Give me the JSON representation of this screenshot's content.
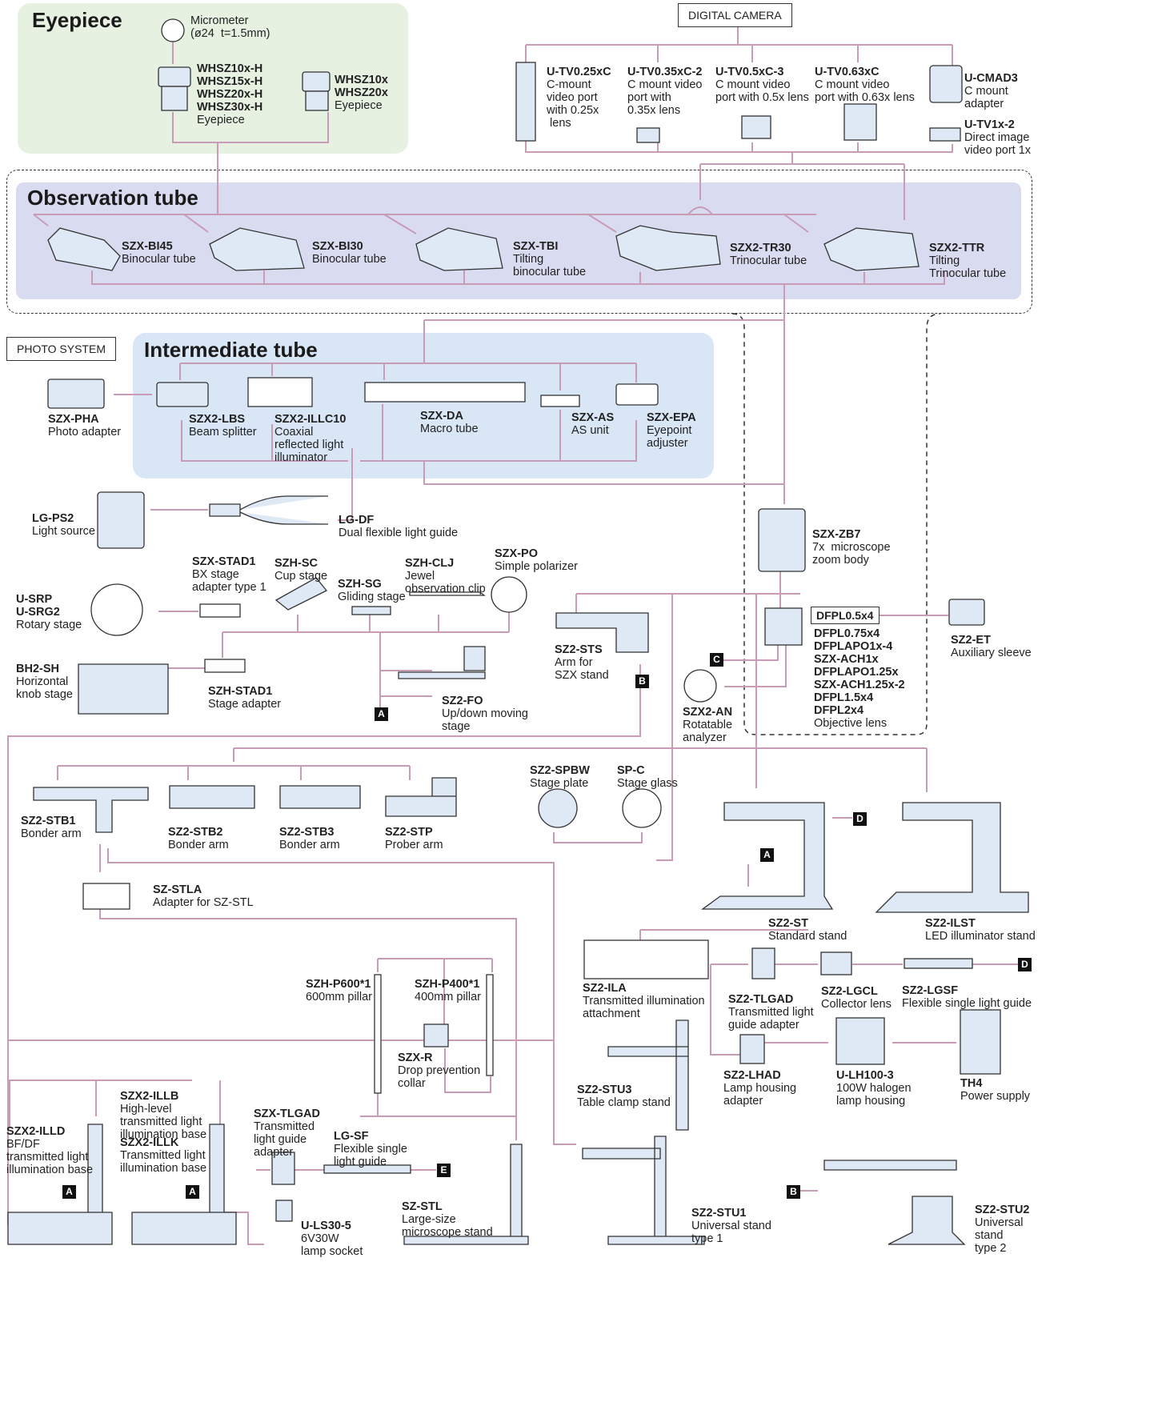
{
  "sections": {
    "eyepiece": "Eyepiece",
    "observation": "Observation tube",
    "intermediate": "Intermediate tube"
  },
  "boxes": {
    "digital_camera": "DIGITAL CAMERA",
    "photo_system": "PHOTO SYSTEM",
    "dfpl05": "DFPL0.5x4"
  },
  "markers": {
    "a": "A",
    "b": "B",
    "c": "C",
    "d": "D",
    "e": "E"
  },
  "colors": {
    "eyepiece_bg": "#e6f1e2",
    "tube_bg": "#d9dcf0",
    "inter_bg": "#d8e6f6",
    "line": "#c89bb6",
    "part": "#dfe9f5"
  },
  "labels": {
    "micrometer": {
      "desc": "Micrometer\n(ø24  t=1.5mm)"
    },
    "whsz_h": {
      "code": "WHSZ10x-H\nWHSZ15x-H\nWHSZ20x-H\nWHSZ30x-H",
      "desc": "Eyepiece"
    },
    "whsz": {
      "code": "WHSZ10x\nWHSZ20x",
      "desc": "Eyepiece"
    },
    "utv025": {
      "code": "U-TV0.25xC",
      "desc": "C-mount\nvideo port\nwith 0.25x\n lens"
    },
    "utv035": {
      "code": "U-TV0.35xC-2",
      "desc": "C mount video\nport with\n0.35x lens"
    },
    "utv05": {
      "code": "U-TV0.5xC-3",
      "desc": "C mount video\nport with 0.5x lens"
    },
    "utv063": {
      "code": "U-TV0.63xC",
      "desc": "C mount video\nport with 0.63x lens"
    },
    "ucmad3": {
      "code": "U-CMAD3",
      "desc": "C mount\nadapter"
    },
    "utv1": {
      "code": "U-TV1x-2",
      "desc": "Direct image\nvideo port 1x"
    },
    "bi45": {
      "code": "SZX-BI45",
      "desc": "Binocular tube"
    },
    "bi30": {
      "code": "SZX-BI30",
      "desc": "Binocular tube"
    },
    "tbi": {
      "code": "SZX-TBI",
      "desc": "Tilting\nbinocular tube"
    },
    "tr30": {
      "code": "SZX2-TR30",
      "desc": "Trinocular tube"
    },
    "ttr": {
      "code": "SZX2-TTR",
      "desc": "Tilting\nTrinocular tube"
    },
    "pha": {
      "code": "SZX-PHA",
      "desc": "Photo adapter"
    },
    "lbs": {
      "code": "SZX2-LBS",
      "desc": "Beam splitter"
    },
    "illc10": {
      "code": "SZX2-ILLC10",
      "desc": "Coaxial\nreflected light\nilluminator"
    },
    "da": {
      "code": "SZX-DA",
      "desc": "Macro tube"
    },
    "as": {
      "code": "SZX-AS",
      "desc": "AS unit"
    },
    "epa": {
      "code": "SZX-EPA",
      "desc": "Eyepoint\nadjuster"
    },
    "lgps2": {
      "code": "LG-PS2",
      "desc": "Light source"
    },
    "lgdf": {
      "code": "LG-DF",
      "desc": "Dual flexible light guide"
    },
    "zb7": {
      "code": "SZX-ZB7",
      "desc": "7x  microscope\nzoom body"
    },
    "stad1": {
      "code": "SZX-STAD1",
      "desc": "BX stage\nadapter type 1"
    },
    "szhsc": {
      "code": "SZH-SC",
      "desc": "Cup stage"
    },
    "szhsg": {
      "code": "SZH-SG",
      "desc": "Gliding stage"
    },
    "szhclj": {
      "code": "SZH-CLJ",
      "desc": "Jewel\nobservation clip"
    },
    "szxpo": {
      "code": "SZX-PO",
      "desc": "Simple polarizer"
    },
    "usrp": {
      "code": "U-SRP\nU-SRG2",
      "desc": "Rotary stage"
    },
    "bh2sh": {
      "code": "BH2-SH",
      "desc": "Horizontal\nknob stage"
    },
    "szhstad1": {
      "code": "SZH-STAD1",
      "desc": "Stage adapter"
    },
    "sz2fo": {
      "code": "SZ2-FO",
      "desc": "Up/down moving\nstage"
    },
    "sz2sts": {
      "code": "SZ2-STS",
      "desc": "Arm for\nSZX stand"
    },
    "obj": {
      "code": "DFPL0.75x4\nDFPLAPO1x-4\nSZX-ACH1x\nDFPLAPO1.25x\nSZX-ACH1.25x-2\nDFPL1.5x4\nDFPL2x4",
      "desc": "Objective lens"
    },
    "sz2et": {
      "code": "SZ2-ET",
      "desc": "Auxiliary sleeve"
    },
    "sz2an": {
      "code": "SZX2-AN",
      "desc": "Rotatable\nanalyzer"
    },
    "stb1": {
      "code": "SZ2-STB1",
      "desc": "Bonder arm"
    },
    "stb2": {
      "code": "SZ2-STB2",
      "desc": "Bonder arm"
    },
    "stb3": {
      "code": "SZ2-STB3",
      "desc": "Bonder arm"
    },
    "stp": {
      "code": "SZ2-STP",
      "desc": "Prober arm"
    },
    "spbw": {
      "code": "SZ2-SPBW",
      "desc": "Stage plate"
    },
    "spc": {
      "code": "SP-C",
      "desc": "Stage glass"
    },
    "stla": {
      "code": "SZ-STLA",
      "desc": "Adapter for SZ-STL"
    },
    "sz2st": {
      "code": "SZ2-ST",
      "desc": "Standard stand"
    },
    "sz2ilst": {
      "code": "SZ2-ILST",
      "desc": "LED illuminator stand"
    },
    "sz2ila": {
      "code": "SZ2-ILA",
      "desc": "Transmitted illumination\nattachment"
    },
    "sz2tlgad": {
      "code": "SZ2-TLGAD",
      "desc": "Transmitted light\nguide adapter"
    },
    "lgcl": {
      "code": "SZ2-LGCL",
      "desc": "Collector lens"
    },
    "lgsf2": {
      "code": "SZ2-LGSF",
      "desc": "Flexible single light guide"
    },
    "p600": {
      "code": "SZH-P600*1",
      "desc": "600mm pillar"
    },
    "p400": {
      "code": "SZH-P400*1",
      "desc": "400mm pillar"
    },
    "szxr": {
      "code": "SZX-R",
      "desc": "Drop prevention\ncollar"
    },
    "stu3": {
      "code": "SZ2-STU3",
      "desc": "Table clamp stand"
    },
    "lhad": {
      "code": "SZ2-LHAD",
      "desc": "Lamp housing\nadapter"
    },
    "ulh100": {
      "code": "U-LH100-3",
      "desc": "100W halogen\nlamp housing"
    },
    "th4": {
      "code": "TH4",
      "desc": "Power supply"
    },
    "illb": {
      "code": "SZX2-ILLB",
      "desc": "High-level\ntransmitted light\nillumination base"
    },
    "illk": {
      "code": "SZX2-ILLK",
      "desc": "Transmitted light\nillumination base"
    },
    "illd": {
      "code": "SZX2-ILLD",
      "desc": "BF/DF\ntransmitted light\nillumination base"
    },
    "szxtlgad": {
      "code": "SZX-TLGAD",
      "desc": "Transmitted\nlight guide\nadapter"
    },
    "lgsf": {
      "code": "LG-SF",
      "desc": "Flexible single\nlight guide"
    },
    "szstl": {
      "code": "SZ-STL",
      "desc": "Large-size\nmicroscope stand"
    },
    "uls30": {
      "code": "U-LS30-5",
      "desc": "6V30W\nlamp socket"
    },
    "stu1": {
      "code": "SZ2-STU1",
      "desc": "Universal stand\ntype 1"
    },
    "stu2": {
      "code": "SZ2-STU2",
      "desc": "Universal\nstand\ntype 2"
    }
  }
}
